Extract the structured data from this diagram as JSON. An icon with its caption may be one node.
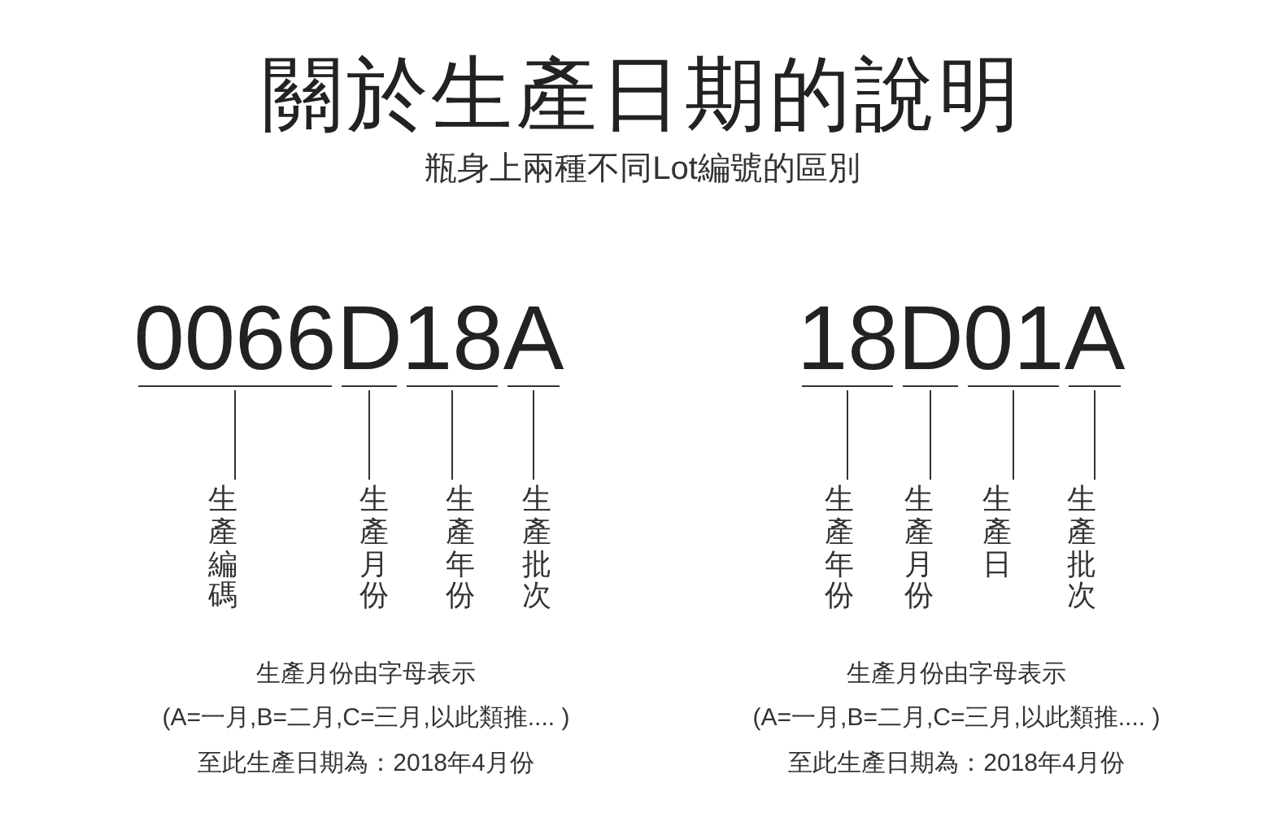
{
  "diagram": {
    "title": "關於生產日期的說明",
    "nodes": [
      {
        "text": [
          "0066"
        ]
      },
      {
        "text": [
          "D"
        ]
      },
      {
        "text": [
          "18"
        ]
      },
      {
        "text": [
          "A"
        ]
      },
      {
        "text": [
          "生產編碼"
        ]
      },
      {
        "text": [
          "生產月份"
        ]
      },
      {
        "text": [
          "生產年份"
        ]
      },
      {
        "text": [
          "生產批次"
        ]
      },
      {
        "text": [
          "18"
        ]
      },
      {
        "text": [
          "D"
        ]
      },
      {
        "text": [
          "01"
        ]
      },
      {
        "text": [
          "A"
        ]
      },
      {
        "text": [
          "生產年份"
        ]
      },
      {
        "text": [
          "生產月份"
        ]
      },
      {
        "text": [
          "生產日"
        ]
      },
      {
        "text": [
          "生產批次"
        ]
      }
    ],
    "edges": [
      {
        "from": 0,
        "to": 4,
        "arrow": "none"
      },
      {
        "from": 1,
        "to": 5,
        "arrow": "none"
      },
      {
        "from": 2,
        "to": 6,
        "arrow": "none"
      },
      {
        "from": 3,
        "to": 7,
        "arrow": "none"
      },
      {
        "from": 8,
        "to": 12,
        "arrow": "none"
      },
      {
        "from": 9,
        "to": 13,
        "arrow": "none"
      },
      {
        "from": 10,
        "to": 14,
        "arrow": "none"
      },
      {
        "from": 11,
        "to": 15,
        "arrow": "none"
      }
    ],
    "labels": [
      "瓶身上兩種不同Lot編號的區別",
      "生產月份由字母表示",
      "(A=一月,B=二月,C=三月,以此類推.... )",
      "至此生產日期為：2018年4月份",
      "生產月份由字母表示",
      "(A=一月,B=二月,C=三月,以此類推.... )",
      "至此生產日期為：2018年4月份"
    ]
  }
}
